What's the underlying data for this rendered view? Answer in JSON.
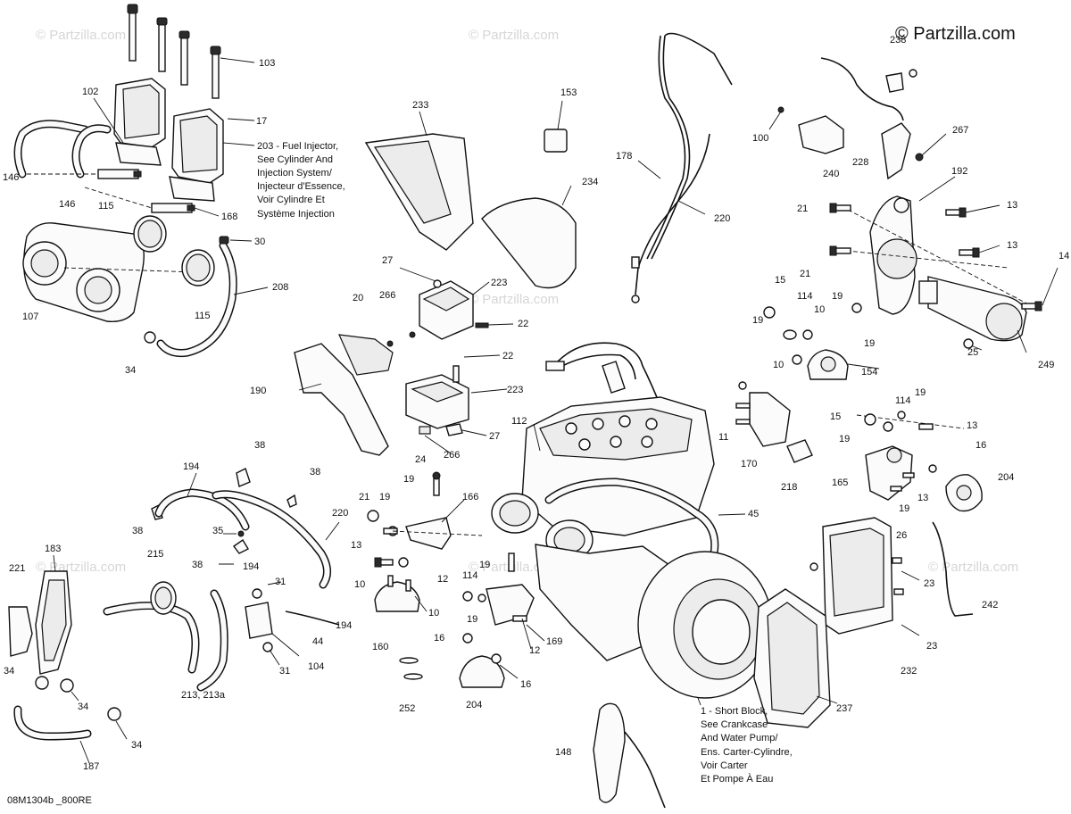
{
  "brand": "© Partzilla.com",
  "watermark": "© Partzilla.com",
  "diagram_code": "08M1304b _800RE",
  "notes": {
    "fuel_injector": [
      "203 - Fuel Injector,",
      "See Cylinder And",
      "Injection System/",
      "Injecteur d'Essence,",
      "Voir Cylindre Et",
      "Système Injection"
    ],
    "short_block": [
      "1 - Short Block,",
      "See Crankcase",
      "And Water Pump/",
      "Ens. Carter-Cylindre,",
      "Voir Carter",
      "Et Pompe À Eau"
    ]
  },
  "callouts": {
    "c103": "103",
    "c102": "102",
    "c17": "17",
    "c146a": "146",
    "c146b": "146",
    "c168": "168",
    "c115a": "115",
    "c115b": "115",
    "c30": "30",
    "c208": "208",
    "c107": "107",
    "c34a": "34",
    "c233": "233",
    "c153": "153",
    "c178": "178",
    "c234": "234",
    "c220a": "220",
    "c238": "238",
    "c100": "100",
    "c240": "240",
    "c267": "267",
    "c228": "228",
    "c192": "192",
    "c21a": "21",
    "c13a": "13",
    "c13b": "13",
    "c14": "14",
    "c21b": "21",
    "c15a": "15",
    "c114a": "114",
    "c10a": "10",
    "c19a": "19",
    "c19b": "19",
    "c19c": "19",
    "c10b": "10",
    "c154": "154",
    "c25": "25",
    "c249": "249",
    "c27a": "27",
    "c223a": "223",
    "c20": "20",
    "c266a": "266",
    "c22a": "22",
    "c22b": "22",
    "c223b": "223",
    "c190": "190",
    "c27b": "27",
    "c266b": "266",
    "c11": "11",
    "c170": "170",
    "c218": "218",
    "c112": "112",
    "c15b": "15",
    "c19d": "19",
    "c114b": "114",
    "c19e": "19",
    "c13c": "13",
    "c16a": "16",
    "c165": "165",
    "c13d": "13",
    "c19f": "19",
    "c204a": "204",
    "c38a": "38",
    "c194a": "194",
    "c38b": "38",
    "c38c": "38",
    "c220b": "220",
    "c24": "24",
    "c19g": "19",
    "c166": "166",
    "c21c": "21",
    "c19h": "19",
    "c45": "45",
    "c35": "35",
    "c38d": "38",
    "c194b": "194",
    "c183": "183",
    "c215": "215",
    "c221": "221",
    "c13e": "13",
    "c10c": "10",
    "c10d": "10",
    "c160": "160",
    "c31a": "31",
    "c44": "44",
    "c194c": "194",
    "c31b": "31",
    "c104": "104",
    "c114c": "114",
    "c19i": "19",
    "c12a": "12",
    "c19j": "19",
    "c16b": "16",
    "c12b": "12",
    "c169": "169",
    "c16c": "16",
    "c204b": "204",
    "c252": "252",
    "c26": "26",
    "c23a": "23",
    "c242": "242",
    "c23b": "23",
    "c232": "232",
    "c237": "237",
    "c34b": "34",
    "c34c": "34",
    "c34d": "34",
    "c213": "213, 213a",
    "c187": "187",
    "c148": "148"
  }
}
